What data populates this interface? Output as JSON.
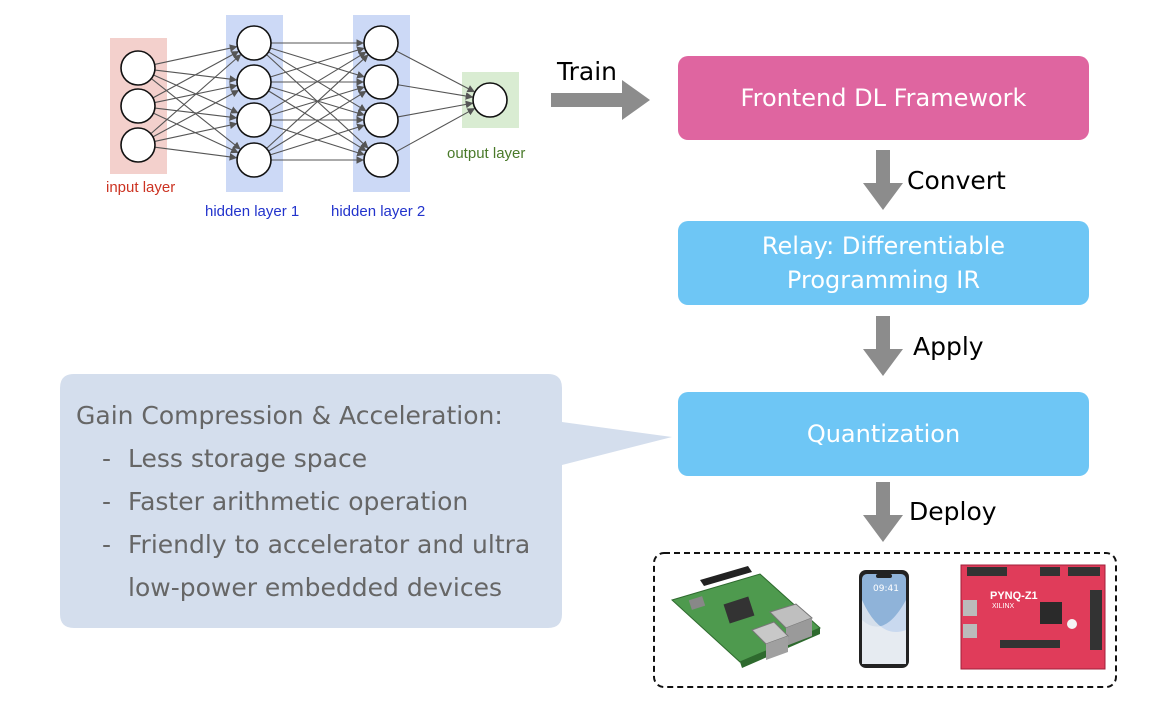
{
  "network": {
    "input_label": "input layer",
    "hidden1_label": "hidden layer 1",
    "hidden2_label": "hidden layer 2",
    "output_label": "output layer",
    "colors": {
      "input": "#f3d0cc",
      "hidden": "#ccd9f6",
      "output": "#d9ecd2",
      "input_text": "#cc3322",
      "hidden_text": "#2233cc",
      "output_text": "#4a7a2a"
    }
  },
  "pipeline": {
    "train": "Train",
    "frontend": "Frontend DL Framework",
    "convert": "Convert",
    "relay_line1": "Relay: Differentiable",
    "relay_line2": "Programming IR",
    "apply": "Apply",
    "quantization": "Quantization",
    "deploy": "Deploy",
    "colors": {
      "frontend": "#df65a0",
      "relay": "#6ec6f5",
      "quantization": "#6ec6f5",
      "arrow": "#8c8c8c"
    }
  },
  "callout": {
    "title": "Gain Compression & Acceleration:",
    "bullets": [
      "Less storage space",
      "Faster arithmetic operation",
      "Friendly to accelerator and ultra"
    ],
    "continuation": "low-power embedded devices",
    "color": "#d4deed"
  },
  "devices": {
    "phone_time": "09:41",
    "board_label": "PYNQ-Z1",
    "board_sublabel": "XILINX"
  }
}
